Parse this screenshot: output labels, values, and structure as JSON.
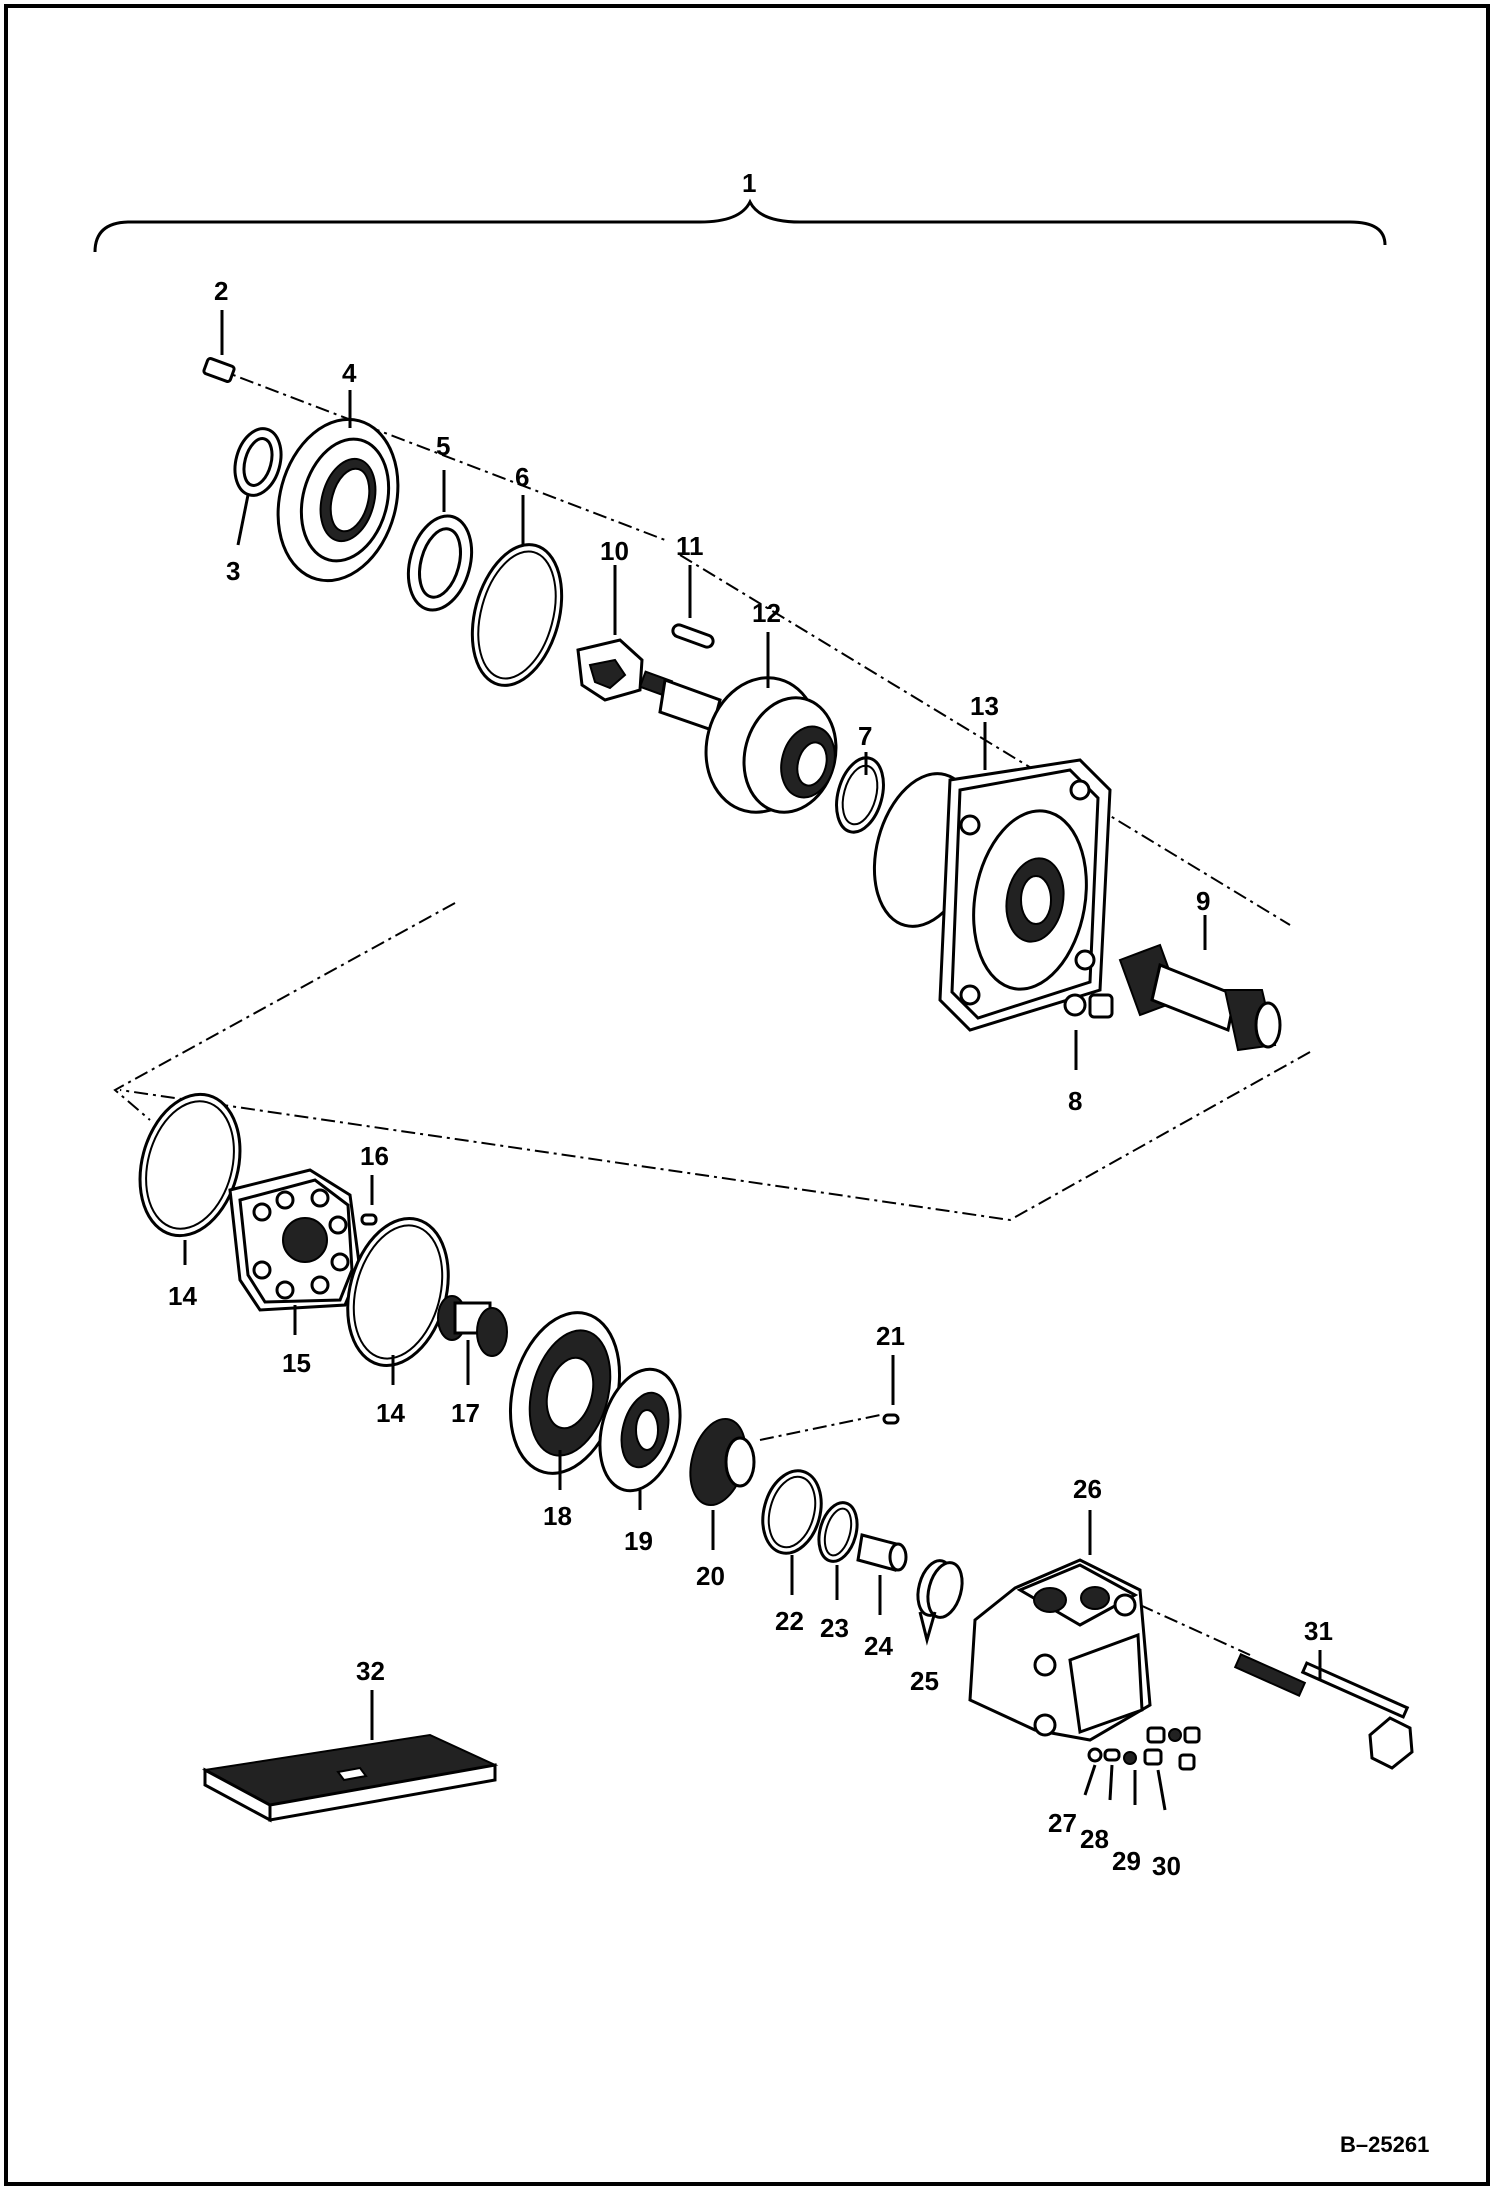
{
  "callouts": {
    "c1": "1",
    "c2": "2",
    "c3": "3",
    "c4": "4",
    "c5": "5",
    "c6": "6",
    "c7": "7",
    "c8": "8",
    "c9": "9",
    "c10": "10",
    "c11": "11",
    "c12": "12",
    "c13": "13",
    "c14a": "14",
    "c14b": "14",
    "c15": "15",
    "c16": "16",
    "c17": "17",
    "c18": "18",
    "c19": "19",
    "c20": "20",
    "c21": "21",
    "c22": "22",
    "c23": "23",
    "c24": "24",
    "c25": "25",
    "c26": "26",
    "c27": "27",
    "c28": "28",
    "c29": "29",
    "c30": "30",
    "c31": "31",
    "c32": "32"
  },
  "drawing_number": "B–25261"
}
